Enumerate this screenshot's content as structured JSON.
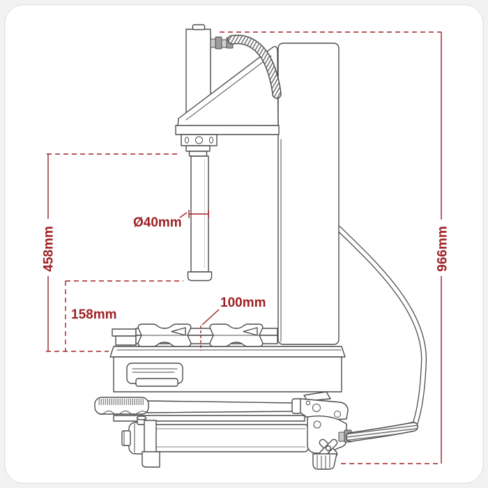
{
  "diagram": {
    "type": "technical-dimension-drawing",
    "subject": "hydraulic-press-with-hand-pump",
    "colors": {
      "dimension_accent": "#9e2024",
      "drawing_line": "#4c4c4c",
      "card_border": "#e5e5e5",
      "background": "#ffffff"
    },
    "labels": {
      "overall_height": "966mm",
      "max_daylight": "458mm",
      "ram_stroke": "158mm",
      "ram_diameter": "Ø40mm",
      "block_spacing": "100mm"
    }
  }
}
